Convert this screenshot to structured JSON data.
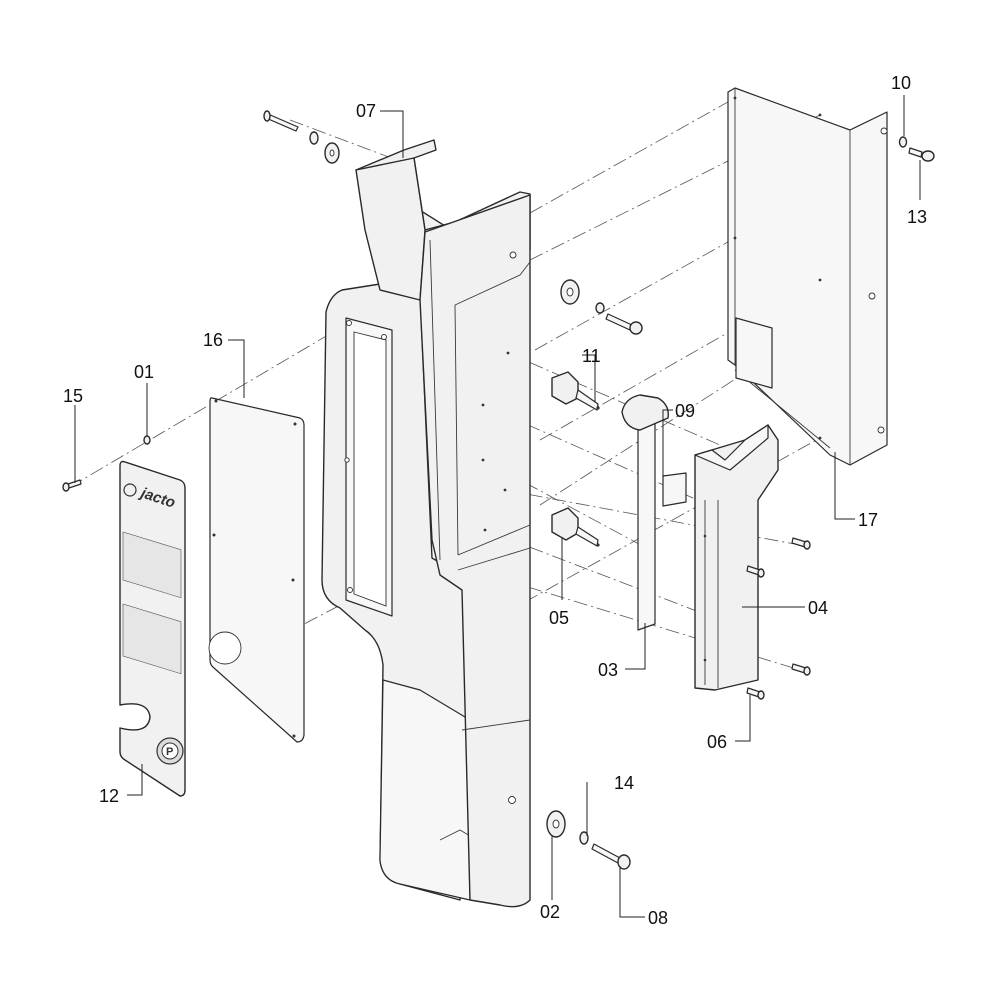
{
  "diagram": {
    "labels": {
      "p01": "01",
      "p02": "02",
      "p03": "03",
      "p04": "04",
      "p05": "05",
      "p06": "06",
      "p07": "07",
      "p08": "08",
      "p09": "09",
      "p10": "10",
      "p11": "11",
      "p12": "12",
      "p13": "13",
      "p14": "14",
      "p15": "15",
      "p16": "16",
      "p17": "17"
    },
    "panel": {
      "logo_text": "jacto",
      "badge_text": "P"
    }
  }
}
